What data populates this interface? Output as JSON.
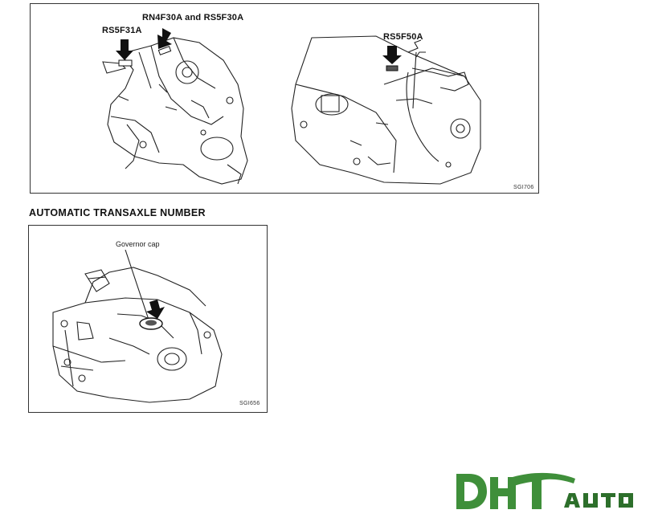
{
  "top_figure": {
    "labels": {
      "rn4f30a": "RN4F30A and RS5F30A",
      "rs5f31a": "RS5F31A",
      "rs5f50a": "RS5F50A"
    },
    "figure_code": "SGI706"
  },
  "automatic_section": {
    "heading": "AUTOMATIC TRANSAXLE NUMBER",
    "callout": "Governor cap",
    "figure_code": "SGI656"
  },
  "logo": {
    "text": "DHTAUTO",
    "colors": {
      "green": "#3f8f3a",
      "dark_green": "#2d6f2b"
    }
  }
}
